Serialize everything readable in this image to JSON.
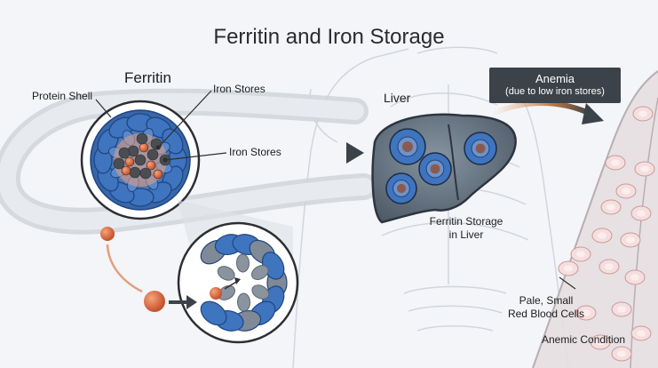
{
  "title": "Ferritin and Iron Storage",
  "labels": {
    "ferritin": "Ferritin",
    "protein_shell": "Protein Shell",
    "iron_stores_top": "Iron Stores",
    "iron_stores_mid": "Iron Stores",
    "liver": "Liver",
    "ferritin_storage": [
      "Ferritin Storage",
      "in Liver"
    ],
    "anemia": [
      "Anemia",
      "(due to low iron stores)"
    ],
    "pale_cells": [
      "Pale, Small",
      "Red Blood Cells"
    ],
    "anemic_condition": "Anemic Condition"
  },
  "colors": {
    "background": "#f3f5f8",
    "protein_blue": "#3f74bf",
    "protein_dark": "#1f4680",
    "iron_orange": "#d3653a",
    "iron_core": "#4a4d52",
    "liver_gray": "#5f6d7a",
    "arrow_dark": "#3b4249",
    "rbc_pink": "#f6dede"
  }
}
